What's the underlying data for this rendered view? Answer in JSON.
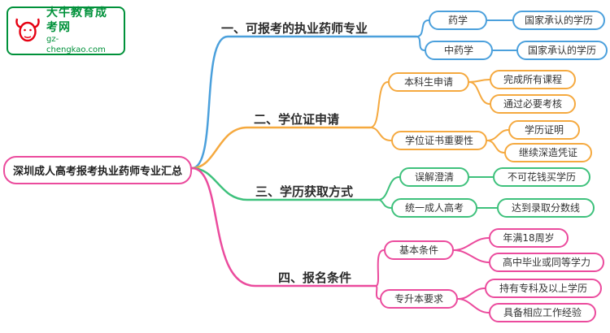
{
  "logo": {
    "brand": "大牛教育成考网",
    "domain": "gz-chengkao.com"
  },
  "root": {
    "label": "深圳成人高考报考执业药师专业汇总"
  },
  "colors": {
    "branch1_blue": "#4BA0DC",
    "branch2_orange": "#F5A93F",
    "branch3_green": "#3EC17C",
    "branch4_pink": "#EB4B9D",
    "logo_green": "#00913A",
    "logo_red": "#E60012"
  },
  "branches": [
    {
      "label": "一、可报考的执业药师专业",
      "children": [
        {
          "label": "药学",
          "children": [
            {
              "label": "国家承认的学历"
            }
          ]
        },
        {
          "label": "中药学",
          "children": [
            {
              "label": "国家承认的学历"
            }
          ]
        }
      ]
    },
    {
      "label": "二、学位证申请",
      "children": [
        {
          "label": "本科生申请",
          "children": [
            {
              "label": "完成所有课程"
            },
            {
              "label": "通过必要考核"
            }
          ]
        },
        {
          "label": "学位证书重要性",
          "children": [
            {
              "label": "学历证明"
            },
            {
              "label": "继续深造凭证"
            }
          ]
        }
      ]
    },
    {
      "label": "三、学历获取方式",
      "children": [
        {
          "label": "误解澄清",
          "children": [
            {
              "label": "不可花钱买学历"
            }
          ]
        },
        {
          "label": "统一成人高考",
          "children": [
            {
              "label": "达到录取分数线"
            }
          ]
        }
      ]
    },
    {
      "label": "四、报名条件",
      "children": [
        {
          "label": "基本条件",
          "children": [
            {
              "label": "年满18周岁"
            },
            {
              "label": "高中毕业或同等学力"
            }
          ]
        },
        {
          "label": "专升本要求",
          "children": [
            {
              "label": "持有专科及以上学历"
            },
            {
              "label": "具备相应工作经验"
            }
          ]
        }
      ]
    }
  ]
}
